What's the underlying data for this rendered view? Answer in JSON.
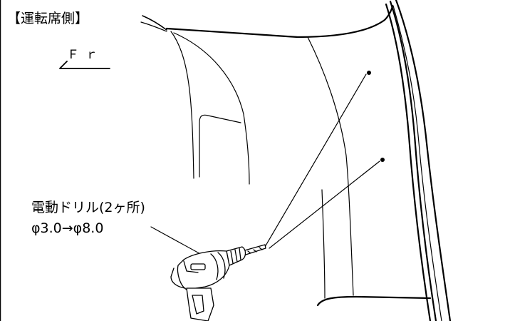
{
  "labels": {
    "side": "【運転席側】",
    "front": "Ｆｒ",
    "tool": "電動ドリル(2ヶ所)",
    "spec": "φ3.0→φ8.0"
  },
  "colors": {
    "line": "#000000",
    "background": "#ffffff"
  },
  "icons": {
    "drill": "electric-drill-icon",
    "front_arrow": "front-direction-arrow-icon"
  }
}
